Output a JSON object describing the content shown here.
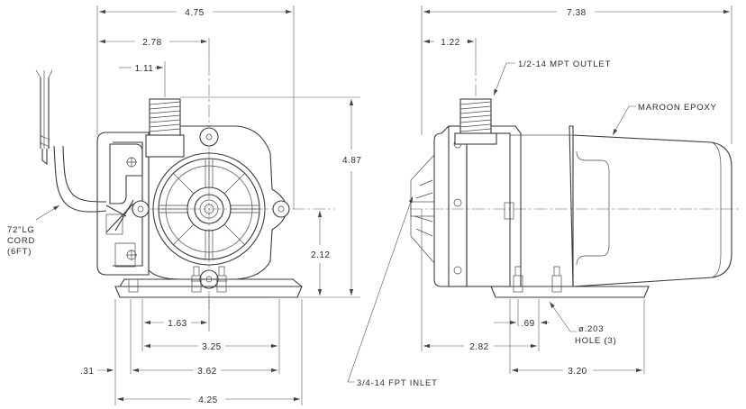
{
  "front_view": {
    "dims": {
      "overall_width": "4.75",
      "outlet_offset": "2.78",
      "outlet_center": "1.11",
      "overall_height": "4.87",
      "inlet_height": "2.12",
      "base_hole_offset": "1.63",
      "base_hole_spacing": "3.25",
      "base_width": "3.62",
      "base_edge": ".31",
      "base_overall": "4.25"
    },
    "notes": {
      "cord_line1": "72\"LG",
      "cord_line2": "CORD",
      "cord_line3": "(6FT)",
      "inlet": "3/4-14 FPT INLET"
    }
  },
  "side_view": {
    "dims": {
      "overall_length": "7.38",
      "outlet_offset": "1.22",
      "hole_spacing": ".69",
      "base_to_hole": "2.82",
      "base_length": "3.20"
    },
    "notes": {
      "outlet": "1/2-14 MPT OUTLET",
      "epoxy": "MAROON EPOXY",
      "hole_line1": "ø.203",
      "hole_line2": "HOLE (3)"
    }
  }
}
